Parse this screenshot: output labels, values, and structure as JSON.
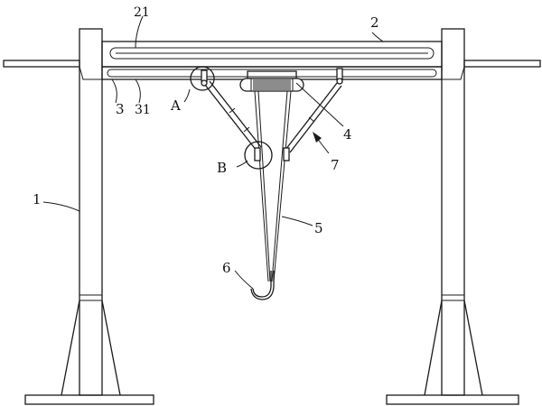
{
  "labels": {
    "l1": "1",
    "l2": "2",
    "l21": "21",
    "l3": "3",
    "l31": "31",
    "l4": "4",
    "l5": "5",
    "l6": "6",
    "l7": "7",
    "lA": "A",
    "lB": "B"
  },
  "colors": {
    "line": "#1a1a1a",
    "background": "#ffffff"
  }
}
